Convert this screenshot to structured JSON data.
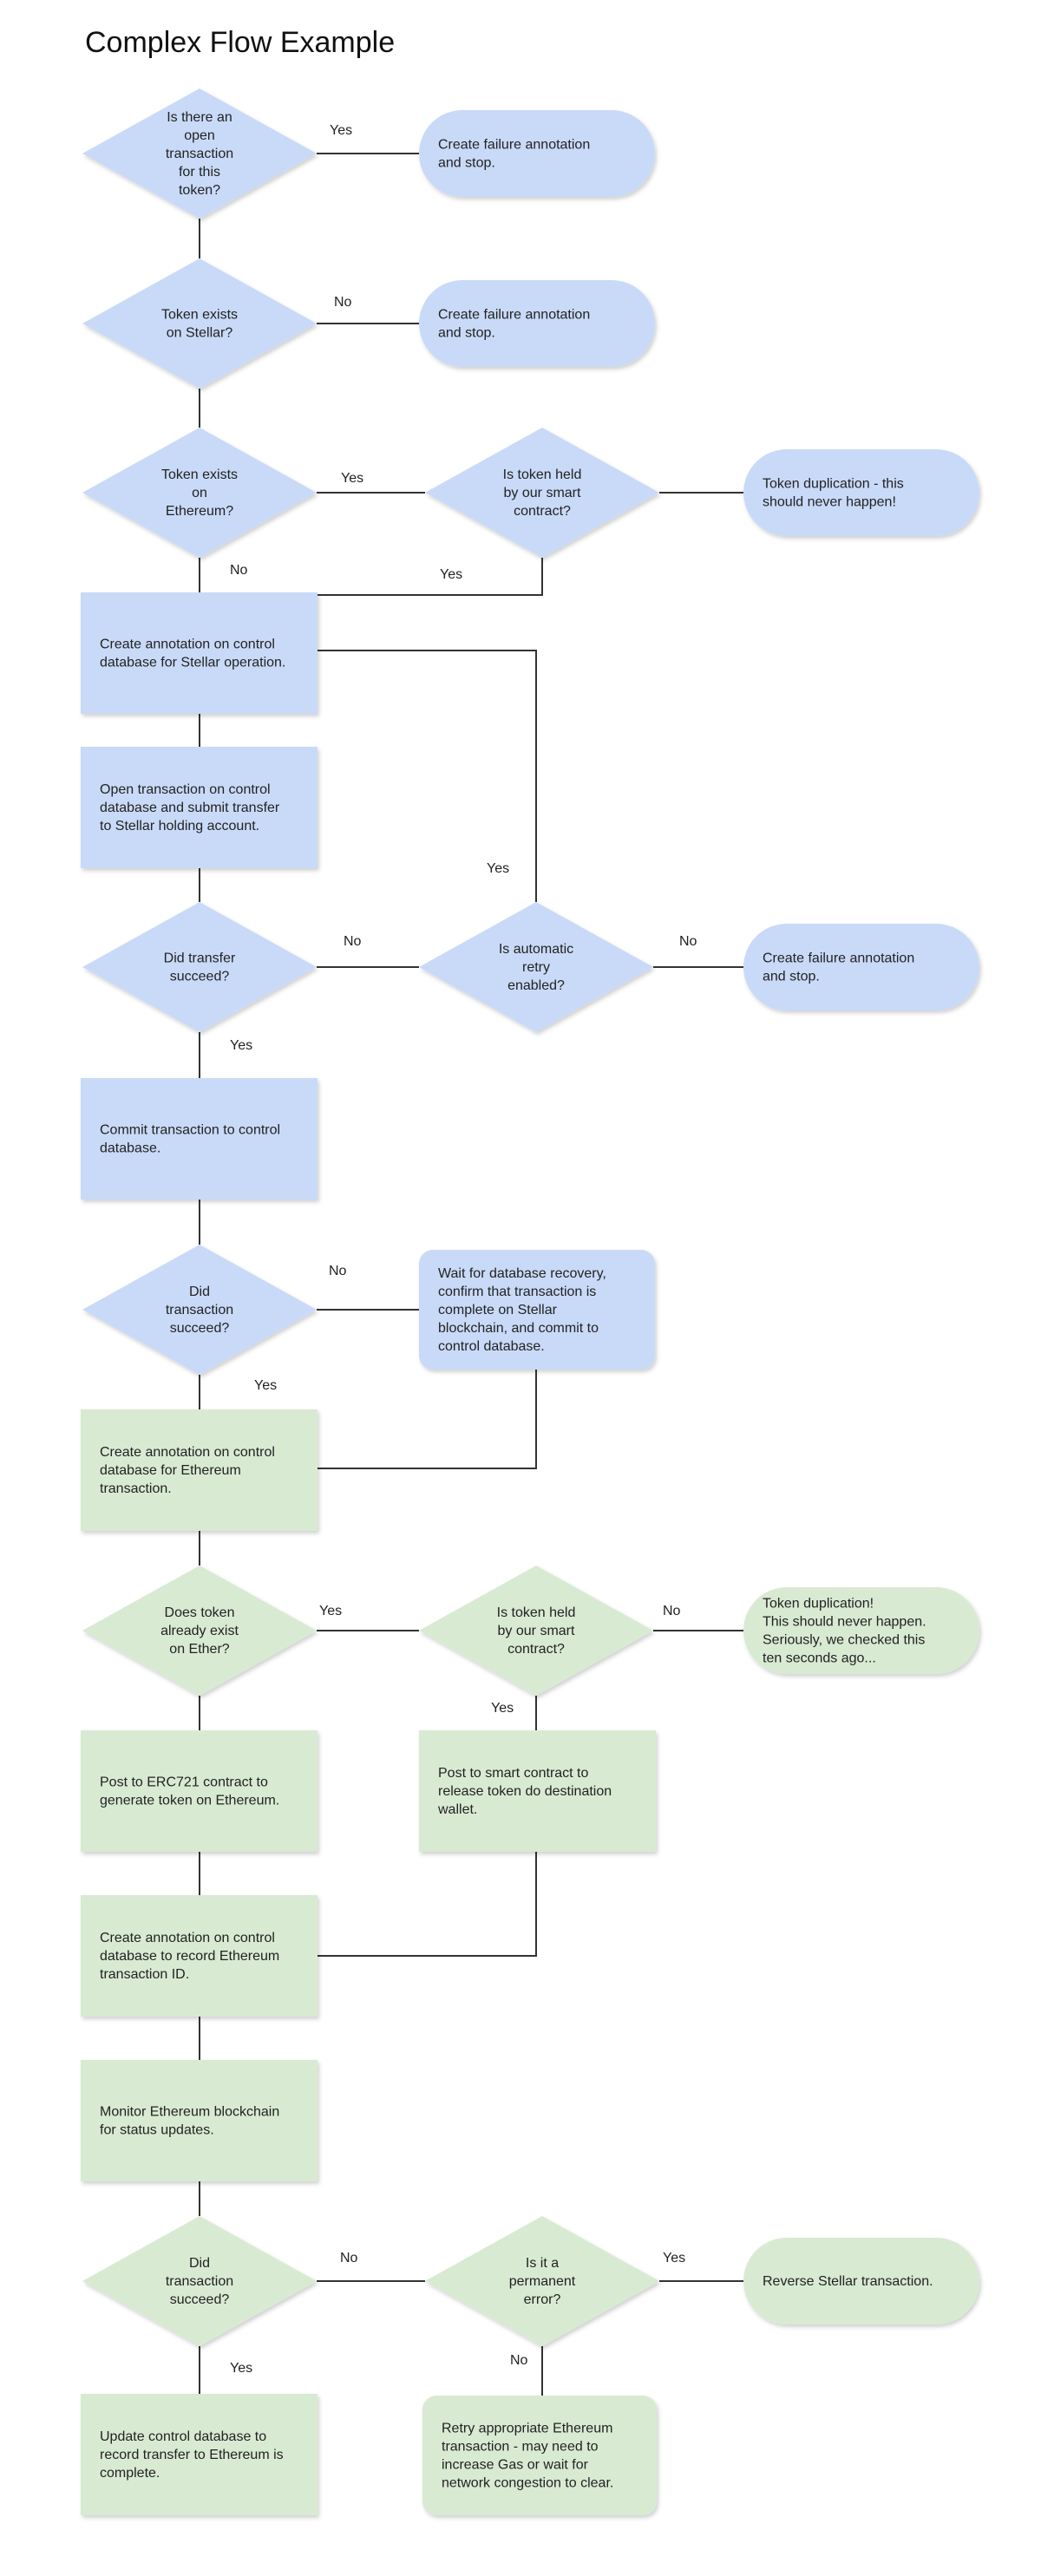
{
  "title": "Complex Flow Example",
  "colors": {
    "blue": "#c9daf8",
    "green": "#d9ead3",
    "line": "#333333",
    "text": "#222222"
  },
  "nodes": [
    {
      "id": "d1",
      "text": "Is there an\nopen\ntransaction\nfor this\ntoken?",
      "color": "blue"
    },
    {
      "id": "r1",
      "text": "Create failure annotation\nand stop.",
      "color": "blue"
    },
    {
      "id": "d2",
      "text": "Token exists\non Stellar?",
      "color": "blue"
    },
    {
      "id": "r2",
      "text": "Create failure annotation\nand stop.",
      "color": "blue"
    },
    {
      "id": "d3",
      "text": "Token exists\non\nEthereum?",
      "color": "blue"
    },
    {
      "id": "d3b",
      "text": "Is token held\nby our smart\ncontract?",
      "color": "blue"
    },
    {
      "id": "r3",
      "text": "Token duplication - this\nshould never happen!",
      "color": "blue"
    },
    {
      "id": "p1",
      "text": "Create annotation on control\ndatabase for Stellar operation.",
      "color": "blue"
    },
    {
      "id": "p2",
      "text": "Open transaction on control\ndatabase and submit transfer\nto Stellar holding account.",
      "color": "blue"
    },
    {
      "id": "d4",
      "text": "Did transfer\nsucceed?",
      "color": "blue"
    },
    {
      "id": "d4b",
      "text": "Is automatic\nretry\nenabled?",
      "color": "blue"
    },
    {
      "id": "r4",
      "text": "Create failure annotation\nand stop.",
      "color": "blue"
    },
    {
      "id": "p3",
      "text": "Commit transaction to control\ndatabase.",
      "color": "blue"
    },
    {
      "id": "d5",
      "text": "Did\ntransaction\nsucceed?",
      "color": "blue"
    },
    {
      "id": "r5",
      "text": "Wait for database recovery,\nconfirm that transaction is\ncomplete on Stellar\nblockchain, and commit to\ncontrol database.",
      "color": "blue"
    },
    {
      "id": "p4",
      "text": "Create annotation on control\ndatabase for Ethereum\ntransaction.",
      "color": "green"
    },
    {
      "id": "d6",
      "text": "Does token\nalready exist\non Ether?",
      "color": "green"
    },
    {
      "id": "d6b",
      "text": "Is token held\nby our smart\ncontract?",
      "color": "green"
    },
    {
      "id": "r6",
      "text": "Token duplication!\nThis should never happen.\nSeriously, we checked this\nten seconds ago...",
      "color": "green"
    },
    {
      "id": "p5",
      "text": "Post to ERC721 contract to\ngenerate token on Ethereum.",
      "color": "green"
    },
    {
      "id": "p5b",
      "text": "Post to smart contract to\nrelease token do destination\nwallet.",
      "color": "green"
    },
    {
      "id": "p6",
      "text": "Create annotation on control\ndatabase to record Ethereum\ntransaction ID.",
      "color": "green"
    },
    {
      "id": "p7",
      "text": "Monitor Ethereum blockchain\nfor status updates.",
      "color": "green"
    },
    {
      "id": "d7",
      "text": "Did\ntransaction\nsucceed?",
      "color": "green"
    },
    {
      "id": "d7b",
      "text": "Is it a\npermanent\nerror?",
      "color": "green"
    },
    {
      "id": "r7",
      "text": "Reverse Stellar transaction.",
      "color": "green"
    },
    {
      "id": "p8",
      "text": "Update control database to\nrecord transfer to Ethereum is\ncomplete.",
      "color": "green"
    },
    {
      "id": "p8b",
      "text": "Retry appropriate Ethereum\ntransaction - may need to\nincrease Gas or wait for\nnetwork congestion to clear.",
      "color": "green"
    }
  ],
  "edge_labels": {
    "d1_yes": "Yes",
    "d2_no": "No",
    "d3_yes": "Yes",
    "d3_no": "No",
    "d3b_yes": "Yes",
    "d4_no": "No",
    "d4_yes": "Yes",
    "d4b_yes": "Yes",
    "d4b_no": "No",
    "d5_no": "No",
    "d5_yes": "Yes",
    "d6_yes": "Yes",
    "d6b_no": "No",
    "d6b_yes": "Yes",
    "d7_no": "No",
    "d7_yes": "Yes",
    "d7b_yes": "Yes",
    "d7b_no": "No"
  }
}
